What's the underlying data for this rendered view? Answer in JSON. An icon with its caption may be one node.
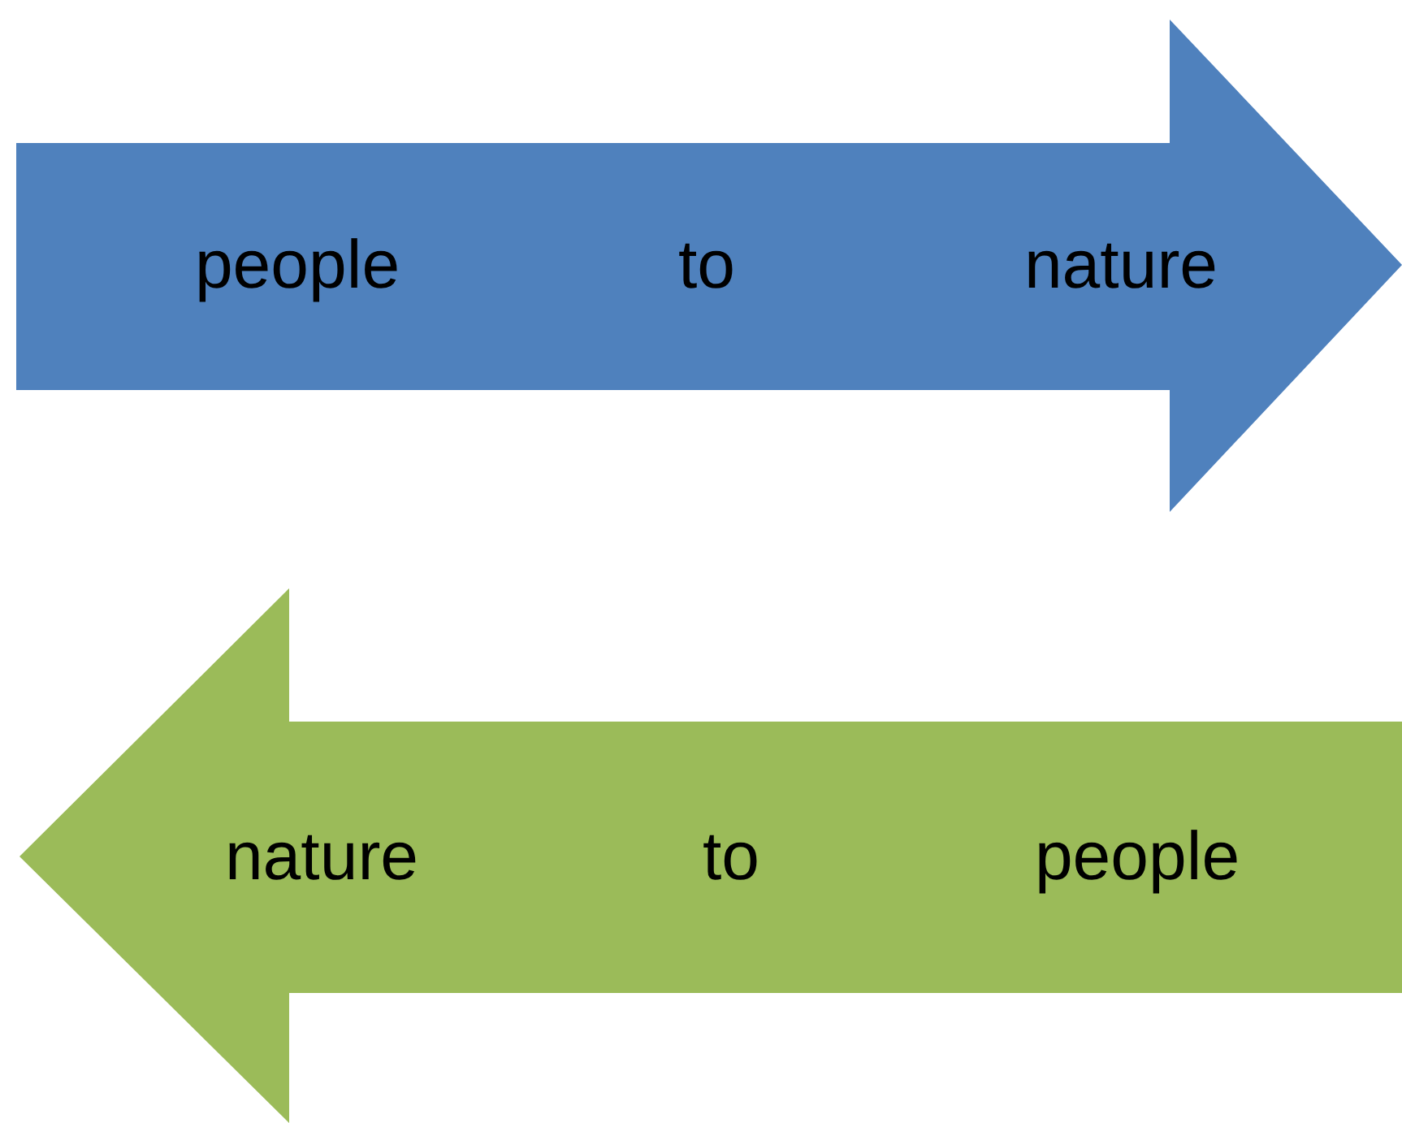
{
  "diagram": {
    "nodes": [
      {
        "text": [
          "people",
          "to",
          "nature"
        ]
      },
      {
        "text": [
          "nature",
          "to",
          "people"
        ]
      }
    ]
  }
}
